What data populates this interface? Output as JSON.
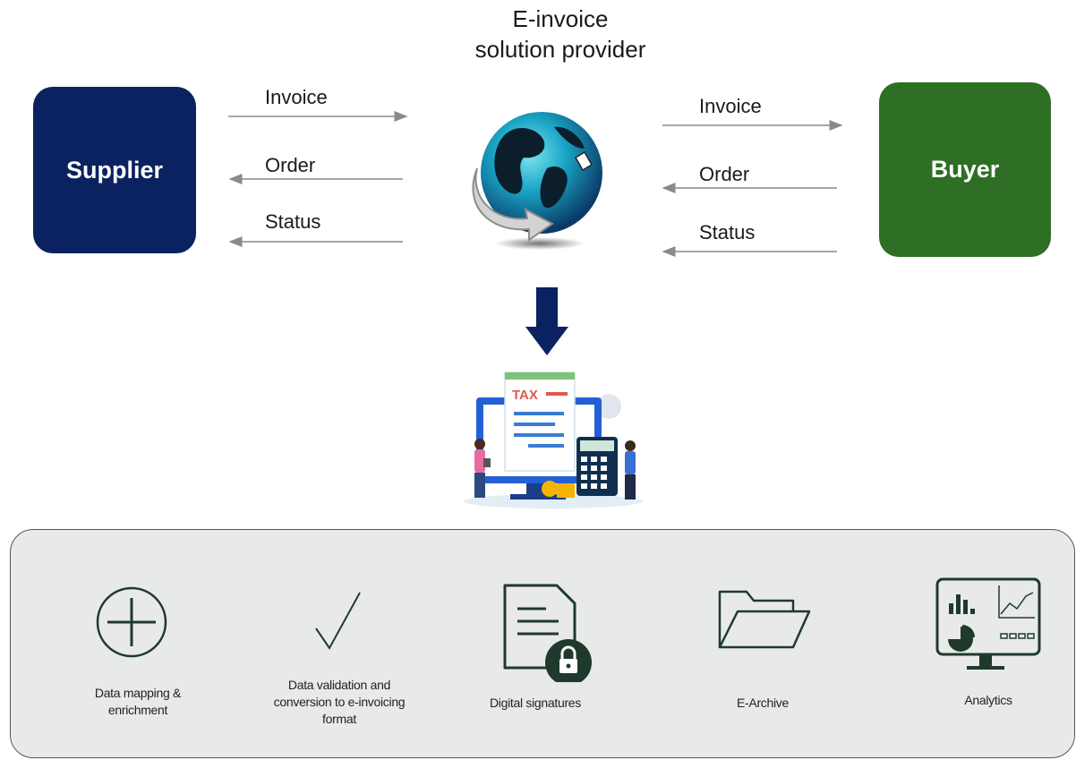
{
  "title_lines": [
    "E-invoice",
    "solution provider"
  ],
  "supplier": {
    "label": "Supplier",
    "color": "#0b2260"
  },
  "buyer": {
    "label": "Buyer",
    "color": "#2f6e25"
  },
  "left_flows": {
    "invoice": "Invoice",
    "order": "Order",
    "status": "Status"
  },
  "right_flows": {
    "invoice": "Invoice",
    "order": "Order",
    "status": "Status"
  },
  "features": [
    {
      "label": "Data mapping & enrichment",
      "icon": "plus-circle-icon"
    },
    {
      "label": "Data validation and conversion to e-invoicing format",
      "icon": "checkmark-icon"
    },
    {
      "label": "Digital signatures",
      "icon": "signed-document-icon"
    },
    {
      "label": "E-Archive",
      "icon": "folder-icon"
    },
    {
      "label": "Analytics",
      "icon": "analytics-monitor-icon"
    }
  ],
  "colors": {
    "icon": "#1f3a2c",
    "arrow": "#0b2260",
    "panel": "#e8eaea"
  },
  "illustration": {
    "tax_label": "TAX"
  }
}
